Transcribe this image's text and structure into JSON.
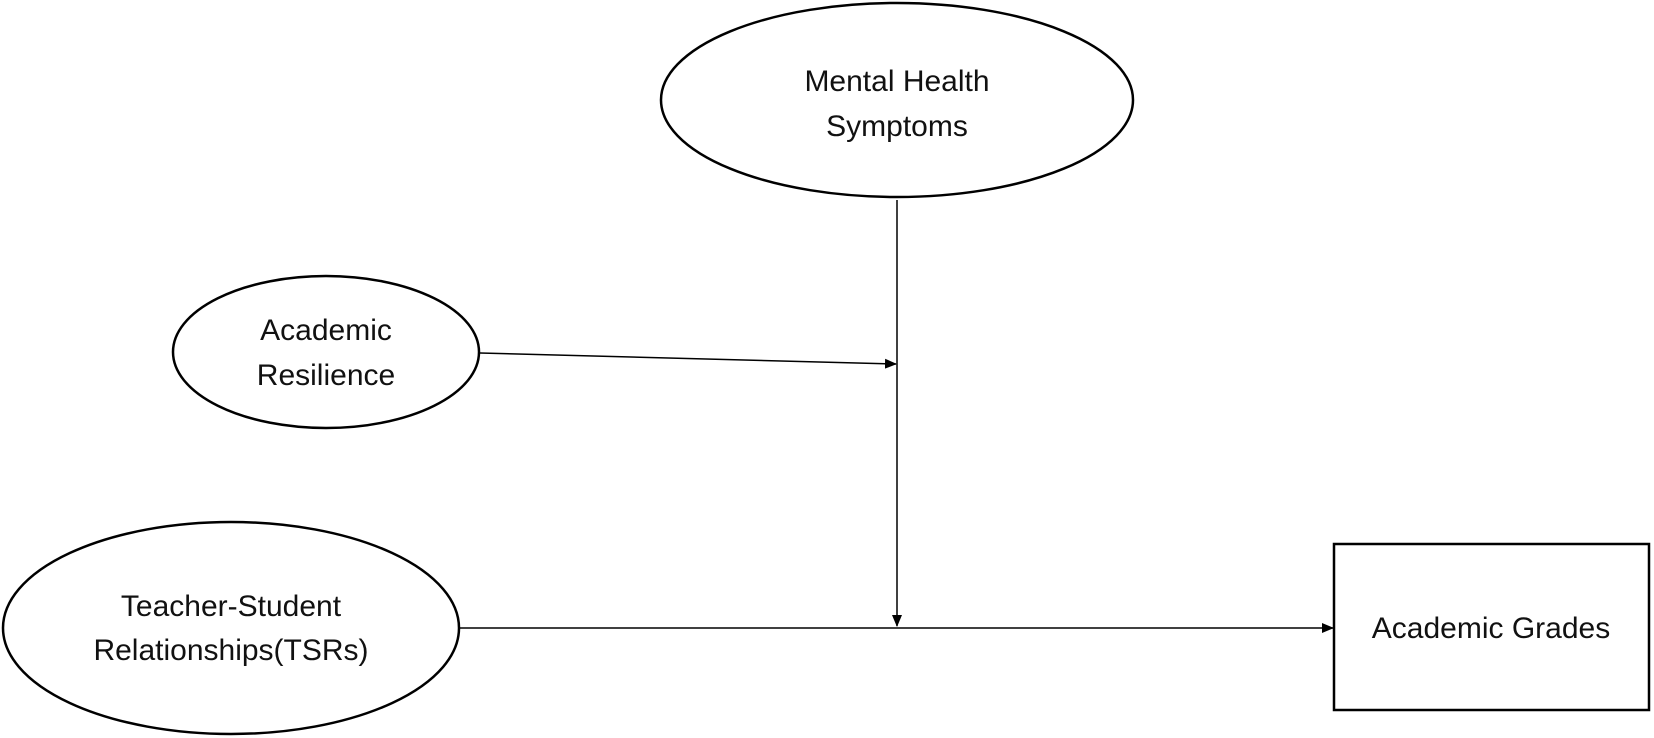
{
  "nodes": {
    "mental_health": {
      "line1": "Mental Health",
      "line2": "Symptoms",
      "shape": "ellipse"
    },
    "academic_resilience": {
      "line1": "Academic",
      "line2": "Resilience",
      "shape": "ellipse"
    },
    "tsr": {
      "line1": "Teacher-Student",
      "line2": "Relationships(TSRs)",
      "shape": "ellipse"
    },
    "academic_grades": {
      "label": "Academic Grades",
      "shape": "rectangle"
    }
  },
  "edges": [
    {
      "from": "tsr",
      "to": "academic_grades"
    },
    {
      "from": "mental_health",
      "to": "tsr_to_academic_grades_path"
    },
    {
      "from": "academic_resilience",
      "to": "mental_health_to_path_arrow"
    }
  ],
  "colors": {
    "stroke": "#000000",
    "background": "#ffffff",
    "text": "#111111"
  }
}
